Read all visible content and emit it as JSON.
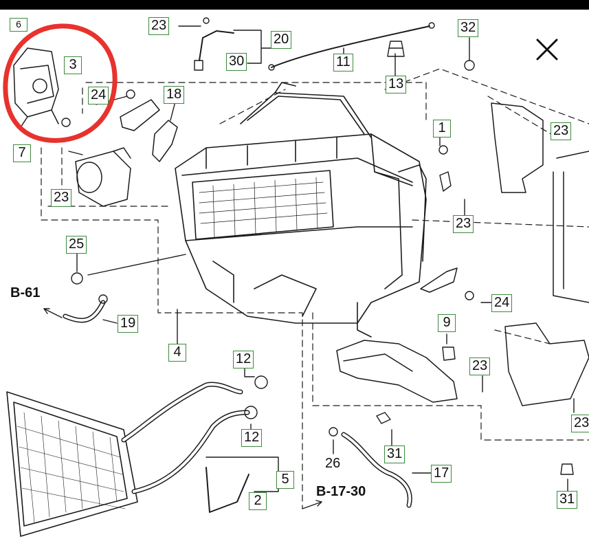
{
  "callouts": {
    "c23a": "23",
    "c20": "20",
    "c30": "30",
    "c11": "11",
    "c32": "32",
    "c13": "13",
    "c3": "3",
    "c24a": "24",
    "c18": "18",
    "c7": "7",
    "c23b": "23",
    "c1": "1",
    "c23c": "23",
    "c23d": "23",
    "c25": "25",
    "c24b": "24",
    "c19": "19",
    "c4": "4",
    "c9": "9",
    "c12a": "12",
    "c23e": "23",
    "c12b": "12",
    "c31a": "31",
    "c17": "17",
    "c5": "5",
    "c2": "2",
    "c31b": "31",
    "c23f": "23",
    "c6": "6"
  },
  "plain_labels": {
    "p26": "26"
  },
  "references": {
    "b61": "B-61",
    "b1730": "B-17-30"
  },
  "colors": {
    "callout_border": "#3a8a3a",
    "highlight": "#e8322d",
    "linework": "#1a1a1a"
  },
  "icons": {
    "close": "close-x-icon"
  }
}
